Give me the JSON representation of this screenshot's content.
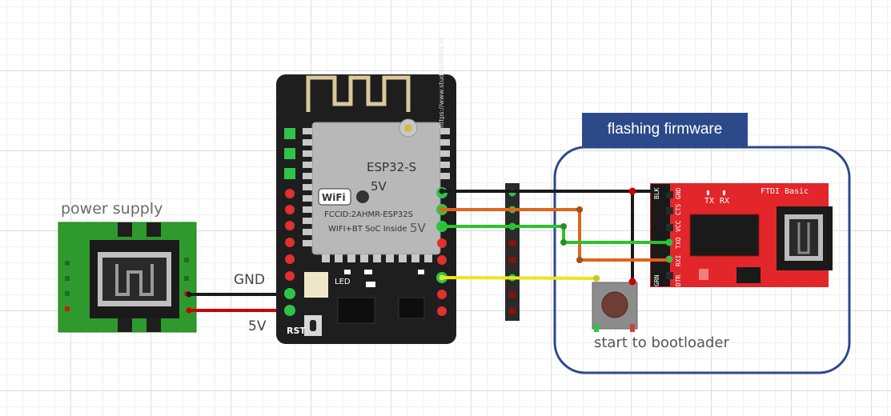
{
  "labels": {
    "power_supply": "power supply",
    "gnd": "GND",
    "v5": "5V",
    "flashing_firmware": "flashing firmware",
    "start_to_bootloader": "start to bootloader"
  },
  "esp32": {
    "name": "ESP32-S",
    "v5_overlay": "5V",
    "fcc": "FCCID:2AHMR-ESP32S",
    "wifi_bt": "WIFI+BT SoC Inside",
    "v5_side": "5V",
    "led": "LED",
    "rst": "RST",
    "url": "https://www.studiopieters.nl"
  },
  "ftdi": {
    "title": "FTDI Basic",
    "tx": "TX",
    "rx": "RX",
    "pins": [
      "GRN",
      "DTR",
      "RXI",
      "TXO",
      "VCC",
      "CTS",
      "GND",
      "BLK"
    ]
  },
  "colors": {
    "flash_box": "#2c4a8a",
    "wire_black": "#1a1a1a",
    "wire_red": "#cc0000",
    "wire_orange": "#e0641a",
    "wire_green": "#2bc42b",
    "wire_yellow": "#e8e81a",
    "ftdi_board": "#e3262a",
    "psu_board": "#2e9a2e"
  }
}
